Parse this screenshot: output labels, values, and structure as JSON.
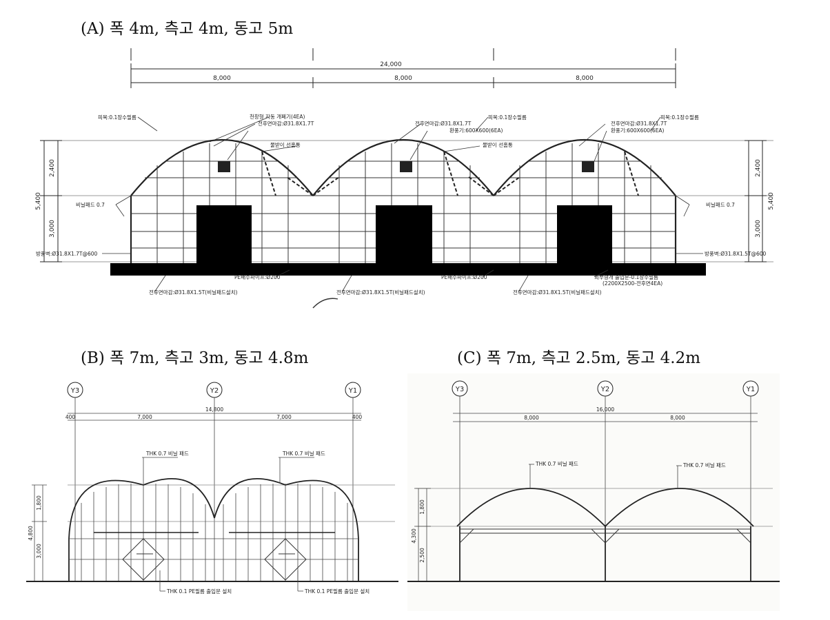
{
  "captions": {
    "a": "(A) 폭 4m, 측고 4m, 동고 5m",
    "b": "(B) 폭 7m, 측고 3m, 동고 4.8m",
    "c": "(C) 폭 7m, 측고 2.5m, 동고 4.2m"
  },
  "panel_a": {
    "dims": {
      "total": "24,000",
      "span": "8,000",
      "h_total": "5,400",
      "h_roof": "2,400",
      "h_side": "3,000"
    },
    "labels": {
      "film": "피복:0.1장수필름",
      "vent_open": "천창형 자동 개폐기(4EA)",
      "arch_pipe": "전후면마감:Ø31.8X1.7T",
      "fan": "환풍기:600X600(6EA)",
      "gutter_line": "물받이 선홈통",
      "vinyl_pad": "비닐패드 0.7",
      "side_wall_l": "방풍벽:Ø31.8X1.7T@600",
      "side_wall_r": "방풍벽:Ø31.8X1.5T@600",
      "drain": "PE배수파이프:Ø200",
      "pad_install": "전후면마감:Ø31.8X1.5T(비닐패드설치)",
      "door": "외부형개 출입문-0.1장수필름",
      "door_size": "(2200X2500-전후면4EA)"
    }
  },
  "panel_b": {
    "markers": [
      "Y3",
      "Y2",
      "Y1"
    ],
    "dims": {
      "total": "14,800",
      "span": "7,000",
      "edge": "400",
      "h_total": "4,800",
      "h_roof": "1,800",
      "h_side": "3,000"
    },
    "labels": {
      "pad": "THK 0.7 비닐 패드",
      "net": "THK 0.1 PE필름 출입문 설치"
    }
  },
  "panel_c": {
    "markers": [
      "Y3",
      "Y2",
      "Y1"
    ],
    "dims": {
      "total": "16,000",
      "span": "8,000",
      "h_total": "4,300",
      "h_roof": "1,800",
      "h_side": "2,500"
    },
    "labels": {
      "pad": "THK 0.7 비닐 패드"
    }
  }
}
